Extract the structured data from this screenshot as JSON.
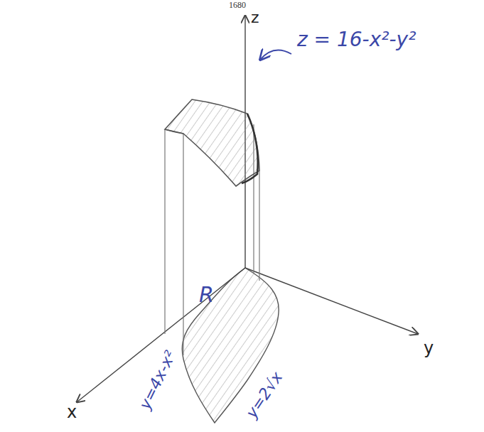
{
  "diagram": {
    "labels": [
      "1680",
      "z",
      "x",
      "y",
      "R",
      "z = 16-x²-y²",
      "y=4x-x²",
      "y=2√x"
    ]
  }
}
